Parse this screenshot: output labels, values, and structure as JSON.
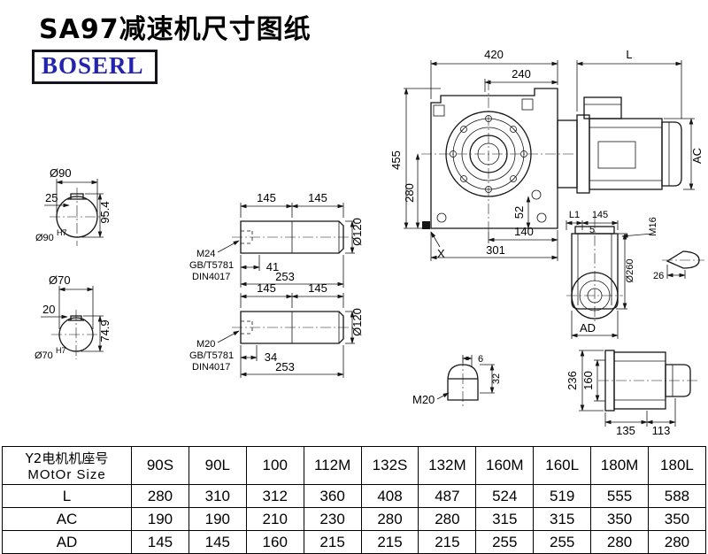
{
  "title": "SA97减速机尺寸图纸",
  "logo": "BOSERL",
  "main_view": {
    "d420": "420",
    "d240": "240",
    "dL": "L",
    "d455": "455",
    "d280": "280",
    "dAC": "AC",
    "d52": "52",
    "d140": "140",
    "d301": "301",
    "dX": "X"
  },
  "bore_top": {
    "dia": "Ø90",
    "key_w": "25",
    "key_h": "95.4",
    "fit": "Ø90",
    "fit_tol": "H7"
  },
  "bore_bottom": {
    "dia": "Ø70",
    "key_w": "20",
    "key_h": "74.9",
    "fit": "Ø70",
    "fit_tol": "H7"
  },
  "shaft_top": {
    "seg1": "145",
    "seg2": "145",
    "dia": "Ø120",
    "thread": "M24",
    "std1": "GB/T5781",
    "std2": "DIN4017",
    "thread_len": "41",
    "total_len": "253"
  },
  "shaft_bottom": {
    "seg1": "145",
    "seg2": "145",
    "dia": "Ø120",
    "thread": "M20",
    "std1": "GB/T5781",
    "std2": "DIN4017",
    "thread_len": "34",
    "total_len": "253"
  },
  "end_view": {
    "dL1": "L1",
    "d145": "145",
    "d5": "5",
    "dM16": "M16",
    "d260": "Ø260",
    "d26": "26",
    "dAD": "AD"
  },
  "plug_detail": {
    "d6": "6",
    "d32": "32",
    "thread": "M20"
  },
  "side_view": {
    "d236": "236",
    "d160": "160",
    "d135": "135",
    "d113": "113"
  },
  "table": {
    "header_cn": "Y2电机机座号",
    "header_en": "MOtOr Size",
    "columns": [
      "90S",
      "90L",
      "100",
      "112M",
      "132S",
      "132M",
      "160M",
      "160L",
      "180M",
      "180L"
    ],
    "rows": [
      {
        "label": "L",
        "values": [
          "280",
          "310",
          "312",
          "360",
          "408",
          "487",
          "524",
          "519",
          "555",
          "588"
        ]
      },
      {
        "label": "AC",
        "values": [
          "190",
          "190",
          "210",
          "230",
          "280",
          "280",
          "315",
          "315",
          "350",
          "350"
        ]
      },
      {
        "label": "AD",
        "values": [
          "145",
          "145",
          "160",
          "215",
          "215",
          "215",
          "255",
          "255",
          "280",
          "280"
        ]
      }
    ]
  }
}
